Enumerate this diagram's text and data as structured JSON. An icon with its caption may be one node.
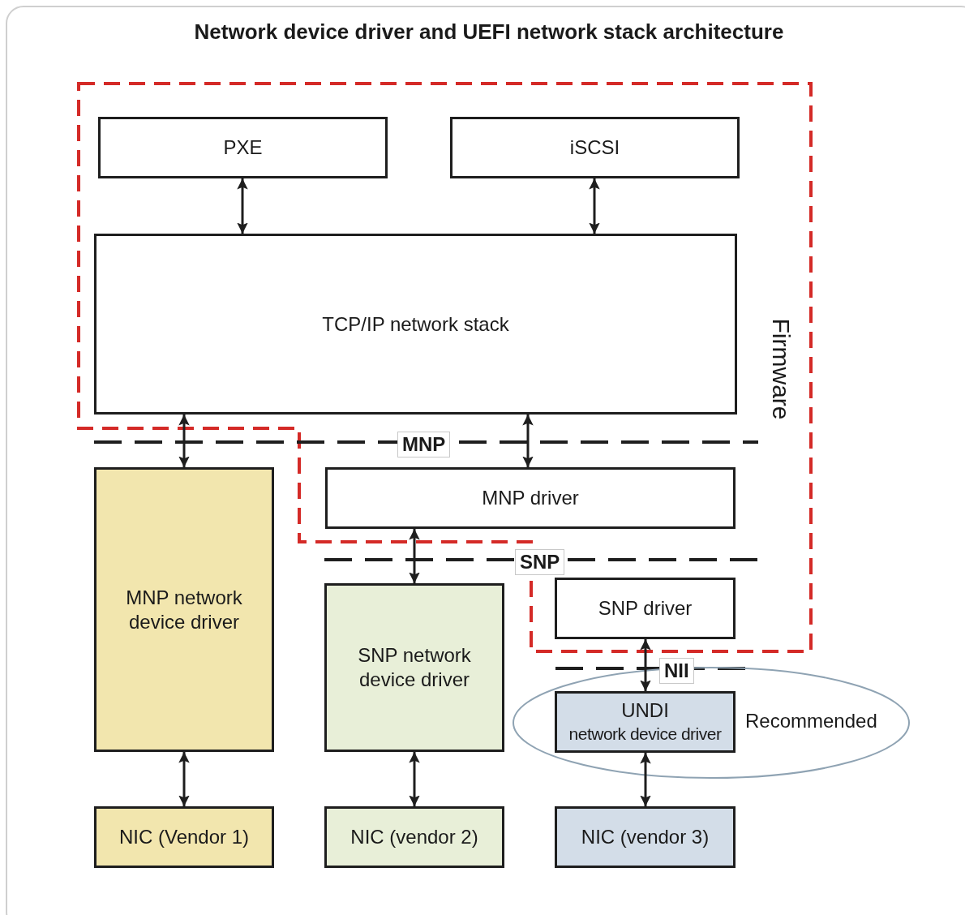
{
  "diagram": {
    "title": "Network device driver and UEFI network stack architecture",
    "nodes": [
      {
        "text": [
          "PXE"
        ]
      },
      {
        "text": [
          "iSCSI"
        ]
      },
      {
        "text": [
          "TCP/IP network stack"
        ]
      },
      {
        "text": [
          "MNP network device driver"
        ]
      },
      {
        "text": [
          "MNP driver"
        ]
      },
      {
        "text": [
          "SNP network device driver"
        ]
      },
      {
        "text": [
          "SNP driver"
        ]
      },
      {
        "text": [
          "Recommended"
        ]
      },
      {
        "text": [
          "UNDI",
          "network device driver"
        ],
        "in": 7
      },
      {
        "text": [
          "NIC (Vendor 1)"
        ]
      },
      {
        "text": [
          "NIC (vendor 2)"
        ]
      },
      {
        "text": [
          "NIC (vendor 3)"
        ]
      }
    ],
    "edges": [
      {
        "from": 0,
        "to": 2,
        "arrow": "both"
      },
      {
        "from": 1,
        "to": 2,
        "arrow": "both"
      },
      {
        "from": 2,
        "to": 3,
        "arrow": "both"
      },
      {
        "from": 2,
        "to": 4,
        "arrow": "both"
      },
      {
        "from": 4,
        "to": 5,
        "arrow": "both"
      },
      {
        "from": 6,
        "to": 8,
        "arrow": "both"
      },
      {
        "from": 3,
        "to": 9,
        "arrow": "both"
      },
      {
        "from": 5,
        "to": 10,
        "arrow": "both"
      },
      {
        "from": 8,
        "to": 11,
        "arrow": "both"
      }
    ],
    "labels": [
      "Firmware",
      "MNP",
      "SNP",
      "NII"
    ]
  }
}
